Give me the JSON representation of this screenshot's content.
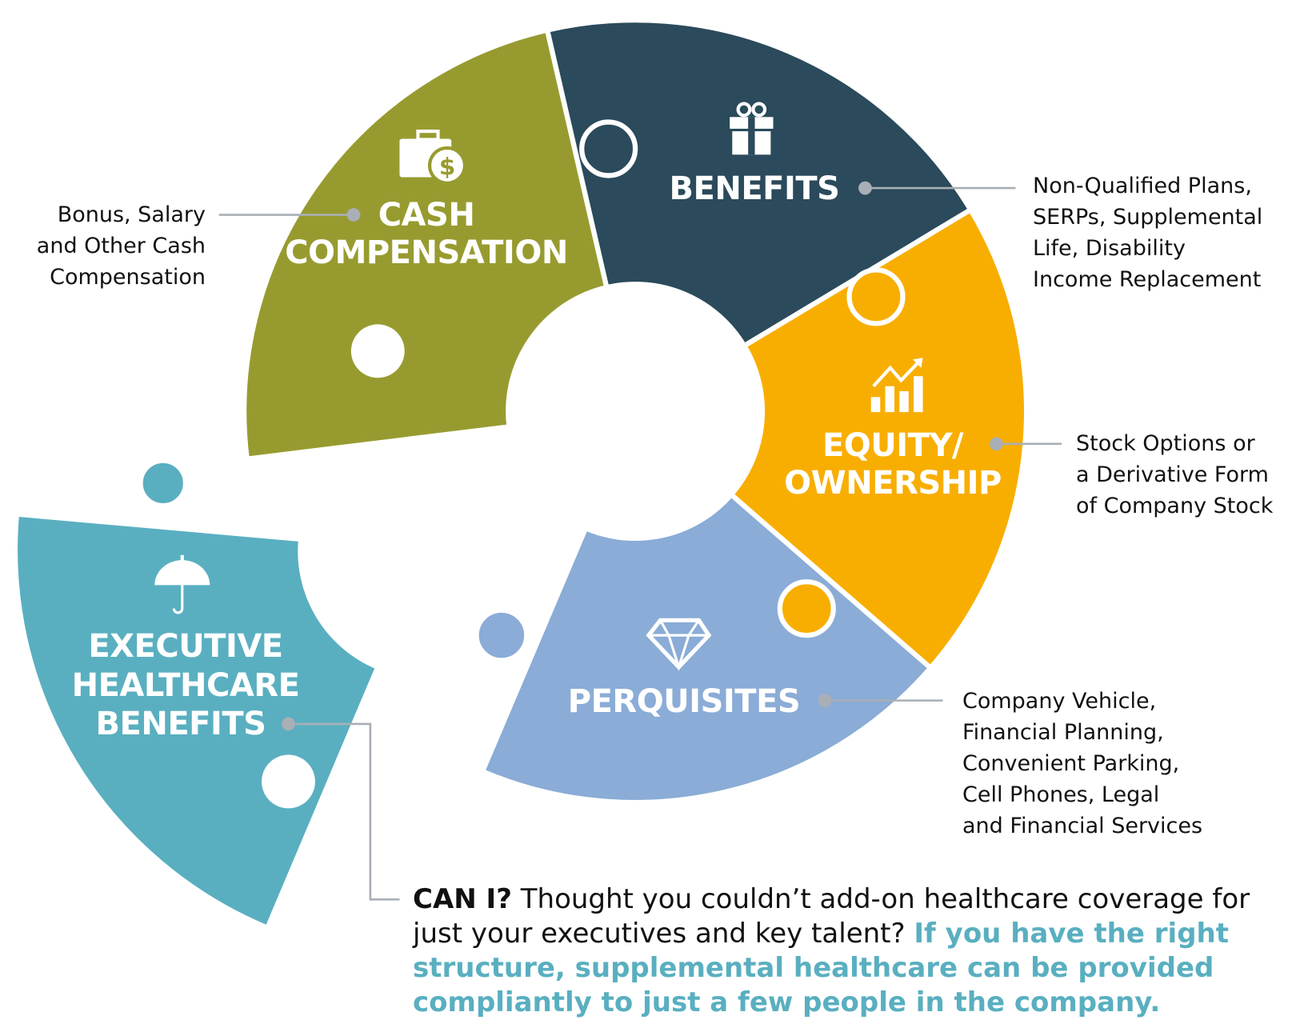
{
  "colors": {
    "cash": "#979b2f",
    "benefits": "#2b4a5b",
    "equity": "#f8ae00",
    "perquisites": "#8aacd6",
    "executive": "#59afc0",
    "leader": "#a9afb6",
    "accent_text": "#59afc0"
  },
  "pieces": {
    "cash": {
      "title_lines": [
        "CASH",
        "COMPENSATION"
      ],
      "icon": "briefcase-dollar-icon",
      "note_lines": [
        "Bonus, Salary",
        "and Other Cash",
        "Compensation"
      ]
    },
    "benefits": {
      "title_lines": [
        "BENEFITS"
      ],
      "icon": "gift-icon",
      "note_lines": [
        "Non-Qualified Plans,",
        "SERPs, Supplemental",
        "Life, Disability",
        "Income Replacement"
      ]
    },
    "equity": {
      "title_lines": [
        "EQUITY/",
        "OWNERSHIP"
      ],
      "icon": "growth-chart-icon",
      "note_lines": [
        "Stock Options or",
        "a Derivative Form",
        "of Company Stock"
      ]
    },
    "perquisites": {
      "title_lines": [
        "PERQUISITES"
      ],
      "icon": "diamond-icon",
      "note_lines": [
        "Company Vehicle,",
        "Financial Planning,",
        "Convenient Parking,",
        "Cell Phones, Legal",
        "and Financial Services"
      ]
    },
    "executive": {
      "title_lines": [
        "EXECUTIVE",
        "HEALTHCARE",
        "BENEFITS"
      ],
      "icon": "umbrella-icon"
    }
  },
  "callout": {
    "lead": "CAN I?",
    "text": " Thought you couldn’t add-on healthcare coverage for just your executives and key talent? ",
    "highlight": "If you have the right structure, supplemental healthcare can be provided compliantly to just a few people in the company."
  }
}
